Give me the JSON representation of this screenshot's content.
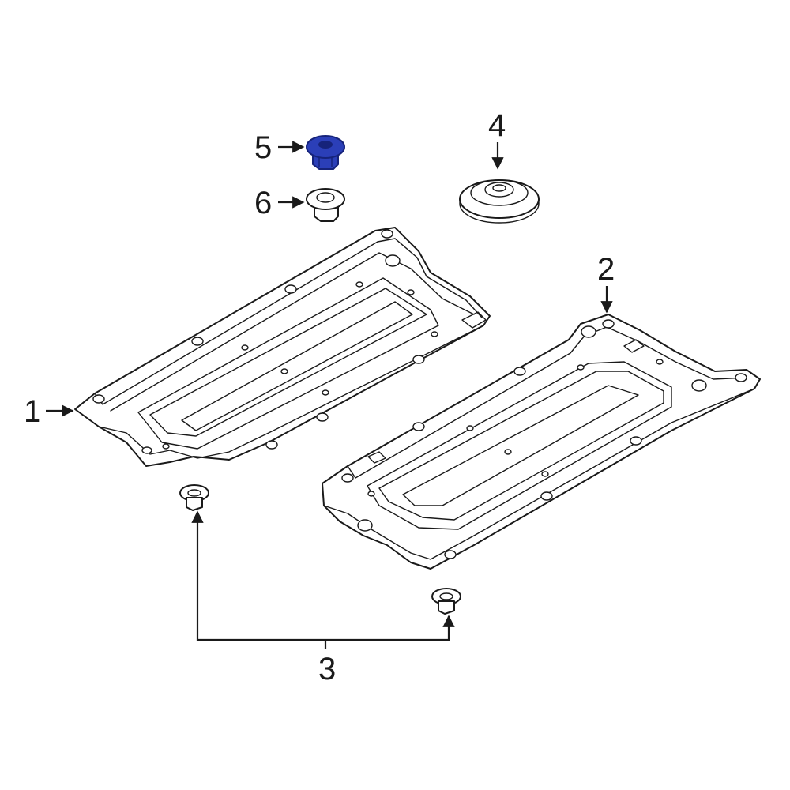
{
  "callouts": {
    "c1": "1",
    "c2": "2",
    "c3": "3",
    "c4": "4",
    "c5": "5",
    "c6": "6"
  },
  "colors": {
    "line": "#1a1a1a",
    "background": "#ffffff",
    "highlight_part": "#2b3fb8",
    "highlight_dark": "#16237a"
  },
  "highlighted_part": "5"
}
